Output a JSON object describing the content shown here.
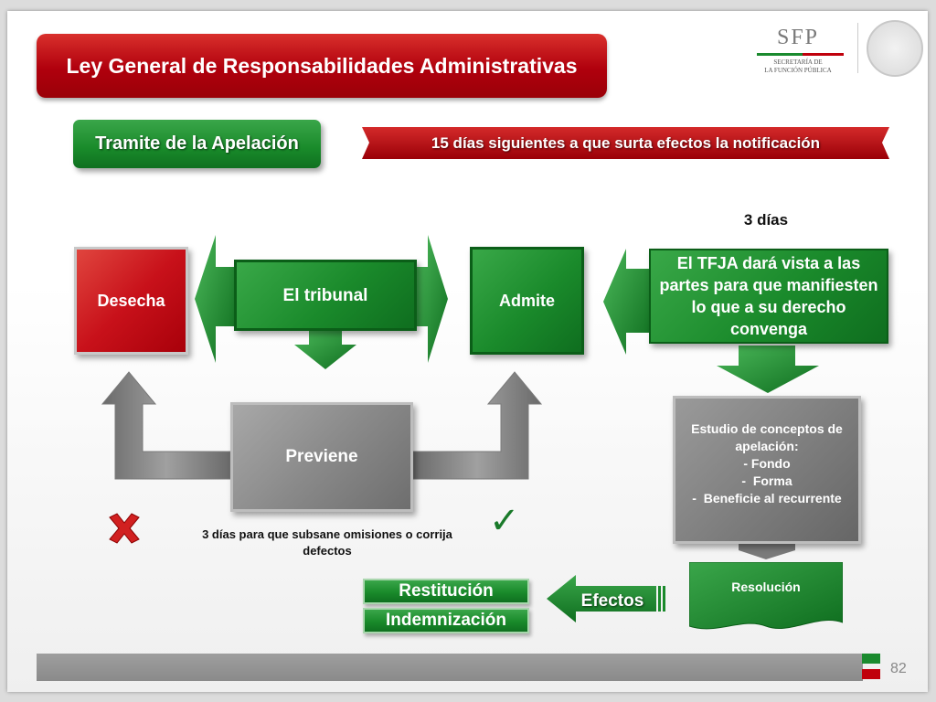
{
  "header": {
    "title": "Ley General de Responsabilidades Administrativas",
    "logo_acronym": "SFP",
    "logo_subtitle_line1": "SECRETARÍA DE",
    "logo_subtitle_line2": "LA FUNCIÓN PÚBLICA"
  },
  "section_label": "Tramite de la Apelación",
  "deadline_banner": "15 días siguientes a que surta efectos la notificación",
  "diagram": {
    "desecha": "Desecha",
    "tribunal": "El tribunal",
    "admite": "Admite",
    "tres_dias": "3 días",
    "tfja": "El TFJA dará vista a las partes para que manifiesten lo que a su derecho convenga",
    "previene": "Previene",
    "estudio_title": "Estudio de conceptos de apelación:",
    "estudio_items": [
      "- Fondo",
      "Forma",
      "Beneficie al recurrente"
    ],
    "subsane_note": "3 días para que subsane omisiones o corrija defectos",
    "resolucion": "Resolución",
    "efectos": "Efectos",
    "restitucion": "Restitución",
    "indemnizacion": "Indemnización"
  },
  "footer": {
    "page_number": "82"
  },
  "colors": {
    "red": "#b0000d",
    "green": "#198a2a",
    "gray": "#8a8a8a"
  }
}
